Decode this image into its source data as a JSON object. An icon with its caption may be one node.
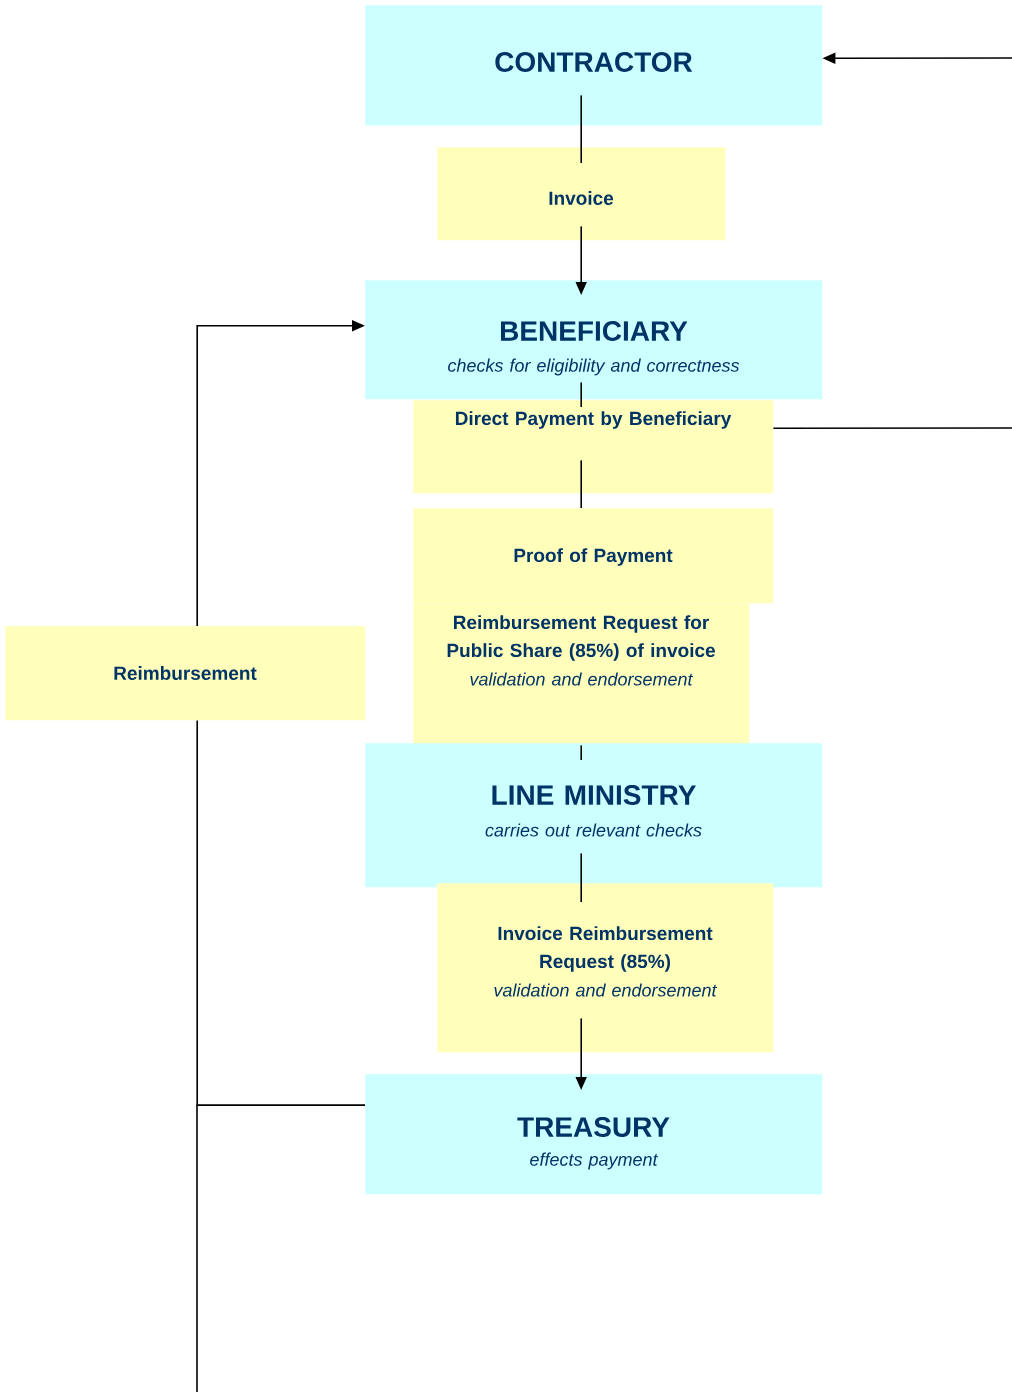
{
  "diagram": {
    "nodes": [
      {
        "text": [
          "CONTRACTOR"
        ]
      },
      {
        "text": [
          "Invoice"
        ]
      },
      {
        "text": [
          "BENEFICIARY",
          "checks for eligibility and correctness"
        ]
      },
      {
        "text": [
          "Direct Payment by Beneficiary"
        ]
      },
      {
        "text": [
          "Proof of Payment"
        ]
      },
      {
        "text": [
          "Reimbursement Request for Public Share (85%) of invoice",
          "validation and endorsement"
        ]
      },
      {
        "text": [
          "LINE MINISTRY",
          "carries out relevant checks"
        ]
      },
      {
        "text": [
          "Invoice Reimbursement Request (85%)",
          "validation and endorsement"
        ]
      },
      {
        "text": [
          "TREASURY",
          "effects payment"
        ]
      },
      {
        "text": [
          "Reimbursement"
        ]
      }
    ],
    "edges": [
      {
        "from": 0,
        "to": 1,
        "arrow": "none"
      },
      {
        "from": 1,
        "to": 2,
        "arrow": "to"
      },
      {
        "from": 2,
        "to": 3,
        "arrow": "none"
      },
      {
        "from": 3,
        "to": 4,
        "arrow": "none"
      },
      {
        "from": 5,
        "to": 6,
        "arrow": "none"
      },
      {
        "from": 6,
        "to": 7,
        "arrow": "none"
      },
      {
        "from": 7,
        "to": 8,
        "arrow": "to"
      },
      {
        "from": 8,
        "to": 9,
        "arrow": "none"
      },
      {
        "from": 9,
        "to": 2,
        "arrow": "to"
      },
      {
        "from": null,
        "to": 0,
        "arrow": "to"
      },
      {
        "from": 3,
        "to": null,
        "arrow": "none"
      },
      {
        "from": 8,
        "to": null,
        "arrow": "none"
      }
    ]
  }
}
